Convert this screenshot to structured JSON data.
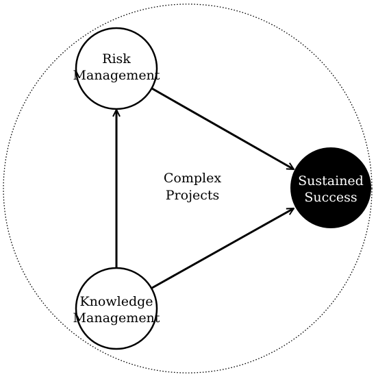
{
  "diagram": {
    "context_label": {
      "line1": "Complex",
      "line2": "Projects"
    },
    "nodes": {
      "risk": {
        "line1": "Risk",
        "line2": "Management"
      },
      "knowledge": {
        "line1": "Knowledge",
        "line2": "Management"
      },
      "success": {
        "line1": "Sustained",
        "line2": "Success"
      }
    },
    "edges": [
      {
        "from": "knowledge",
        "to": "risk"
      },
      {
        "from": "risk",
        "to": "success"
      },
      {
        "from": "knowledge",
        "to": "success"
      }
    ],
    "colors": {
      "stroke": "#000000",
      "success_fill": "#000000",
      "success_text": "#ffffff",
      "node_fill": "#ffffff"
    }
  }
}
